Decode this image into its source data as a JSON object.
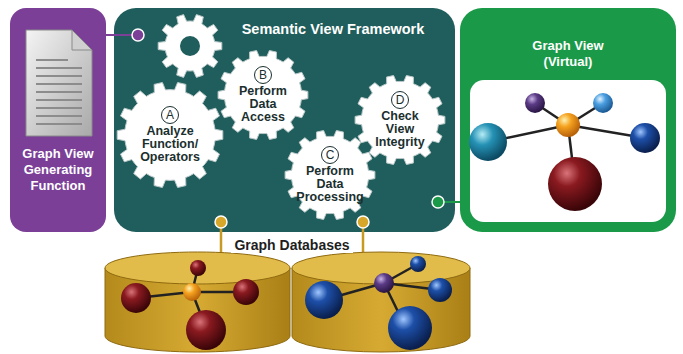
{
  "diagram": {
    "nodes": [
      {
        "text": [
          "Graph View Generating Function"
        ]
      },
      {
        "text": [
          "Semantic View Framework"
        ]
      },
      {
        "text": [
          "A",
          "Analyze Function/ Operators"
        ],
        "in": 1
      },
      {
        "text": [
          "B",
          "Perform Data Access"
        ],
        "in": 1
      },
      {
        "text": [
          "C",
          "Perform Data Processing"
        ],
        "in": 1
      },
      {
        "text": [
          "D",
          "Check View Integrity"
        ],
        "in": 1
      },
      {
        "text": [
          "Graph View (Virtual)"
        ]
      }
    ],
    "edges": [
      {
        "from": 0,
        "to": 1,
        "arrow": "none"
      },
      {
        "from": 1,
        "to": 6,
        "arrow": "none"
      }
    ],
    "labels": [
      "Graph Databases"
    ]
  }
}
